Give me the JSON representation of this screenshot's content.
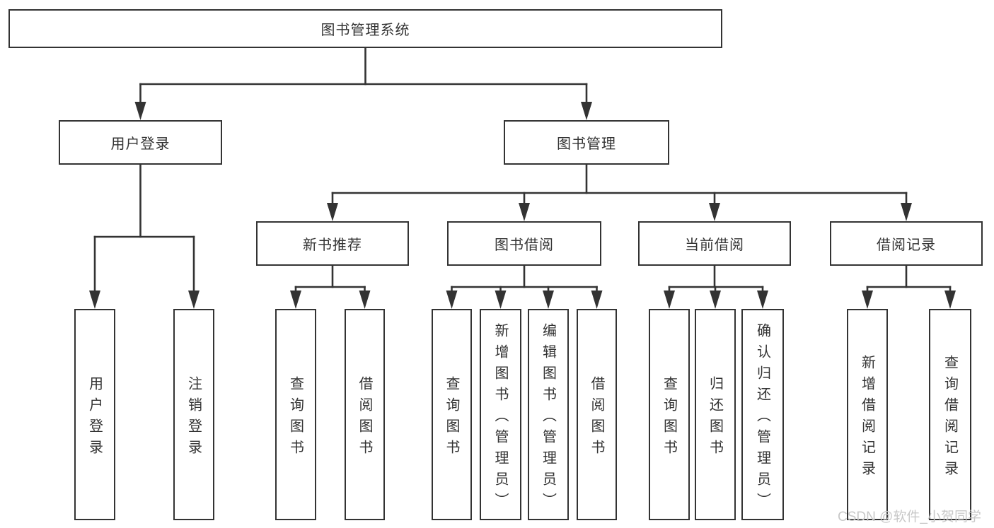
{
  "diagram": {
    "watermark": "CSDN @软件_小贺同学",
    "colors": {
      "line": "#333333",
      "text": "#333333",
      "box_background": "#ffffff",
      "watermark": "#c8c8c8"
    },
    "tree": {
      "label": "图书管理系统",
      "children": [
        {
          "label": "用户登录",
          "children": [
            {
              "label": "用户登录"
            },
            {
              "label": "注销登录"
            }
          ]
        },
        {
          "label": "图书管理",
          "children": [
            {
              "label": "新书推荐",
              "children": [
                {
                  "label": "查询图书"
                },
                {
                  "label": "借阅图书"
                }
              ]
            },
            {
              "label": "图书借阅",
              "children": [
                {
                  "label": "查询图书"
                },
                {
                  "label": "新增图书（管理员）"
                },
                {
                  "label": "编辑图书（管理员）"
                },
                {
                  "label": "借阅图书"
                }
              ]
            },
            {
              "label": "当前借阅",
              "children": [
                {
                  "label": "查询图书"
                },
                {
                  "label": "归还图书"
                },
                {
                  "label": "确认归还（管理员）"
                }
              ]
            },
            {
              "label": "借阅记录",
              "children": [
                {
                  "label": "新增借阅记录"
                },
                {
                  "label": "查询借阅记录"
                }
              ]
            }
          ]
        }
      ]
    }
  }
}
